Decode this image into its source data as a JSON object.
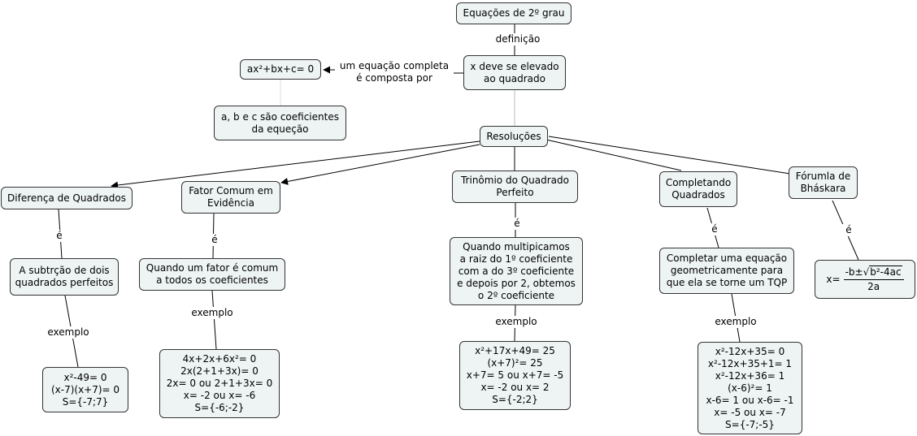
{
  "nodes": {
    "title": "Equações de 2º grau",
    "def": "x deve se elevado\nao quadrado",
    "formula": "ax²+bx+c= 0",
    "coef": "a, b e c são coeficientes\nda equeção",
    "resol": "Resoluções",
    "difq": "Diferença de Quadrados",
    "fator": "Fator Comum em\nEvidência",
    "trin": "Trinômio do Quadrado\nPerfeito",
    "compl": "Completando\nQuadrados",
    "bhask": "Fórumla de\nBháskara",
    "difq_def": "A subtrção de dois\nquadrados perfeitos",
    "fator_def": "Quando um fator é comum\na todos os coeficientes",
    "trin_def": "Quando multipicamos\na raiz do 1º coeficiente\ncom a do 3º coeficiente\ne depois por 2, obtemos\no  2º coeficiente",
    "compl_def": "Completar uma equação\ngeometricamente para\nque ela se torne um TQP",
    "difq_ex": "x²-49= 0\n(x-7)(x+7)= 0\nS={-7;7}",
    "fator_ex": "4x+2x+6x²= 0\n2x(2+1+3x)= 0\n2x= 0 ou 2+1+3x= 0\nx= -2 ou x= -6\nS={-6;-2}",
    "trin_ex": "x²+17x+49= 25\n(x+7)²= 25\nx+7= 5 ou x+7= -5\nx= -2 ou x= 2\nS={-2;2}",
    "compl_ex": "x²-12x+35= 0\nx²-12x+35+1= 1\nx²-12x+36= 1\n(x-6)²= 1\nx-6= 1 ou x-6= -1\nx= -5 ou x= -7\nS={-7;-5}"
  },
  "bhaskara_formula": {
    "lhs": "x=",
    "num_prefix": "-b±",
    "radical": "√",
    "radicand": "b²-4ac",
    "den": "2a"
  },
  "labels": {
    "definicao": "definição",
    "composta": "um equação completa\né composta por",
    "e1": "é",
    "e2": "é",
    "e3": "é",
    "e4": "é",
    "e5": "é",
    "ex1": "exemplo",
    "ex2": "exemplo",
    "ex3": "exemplo",
    "ex4": "exemplo"
  }
}
